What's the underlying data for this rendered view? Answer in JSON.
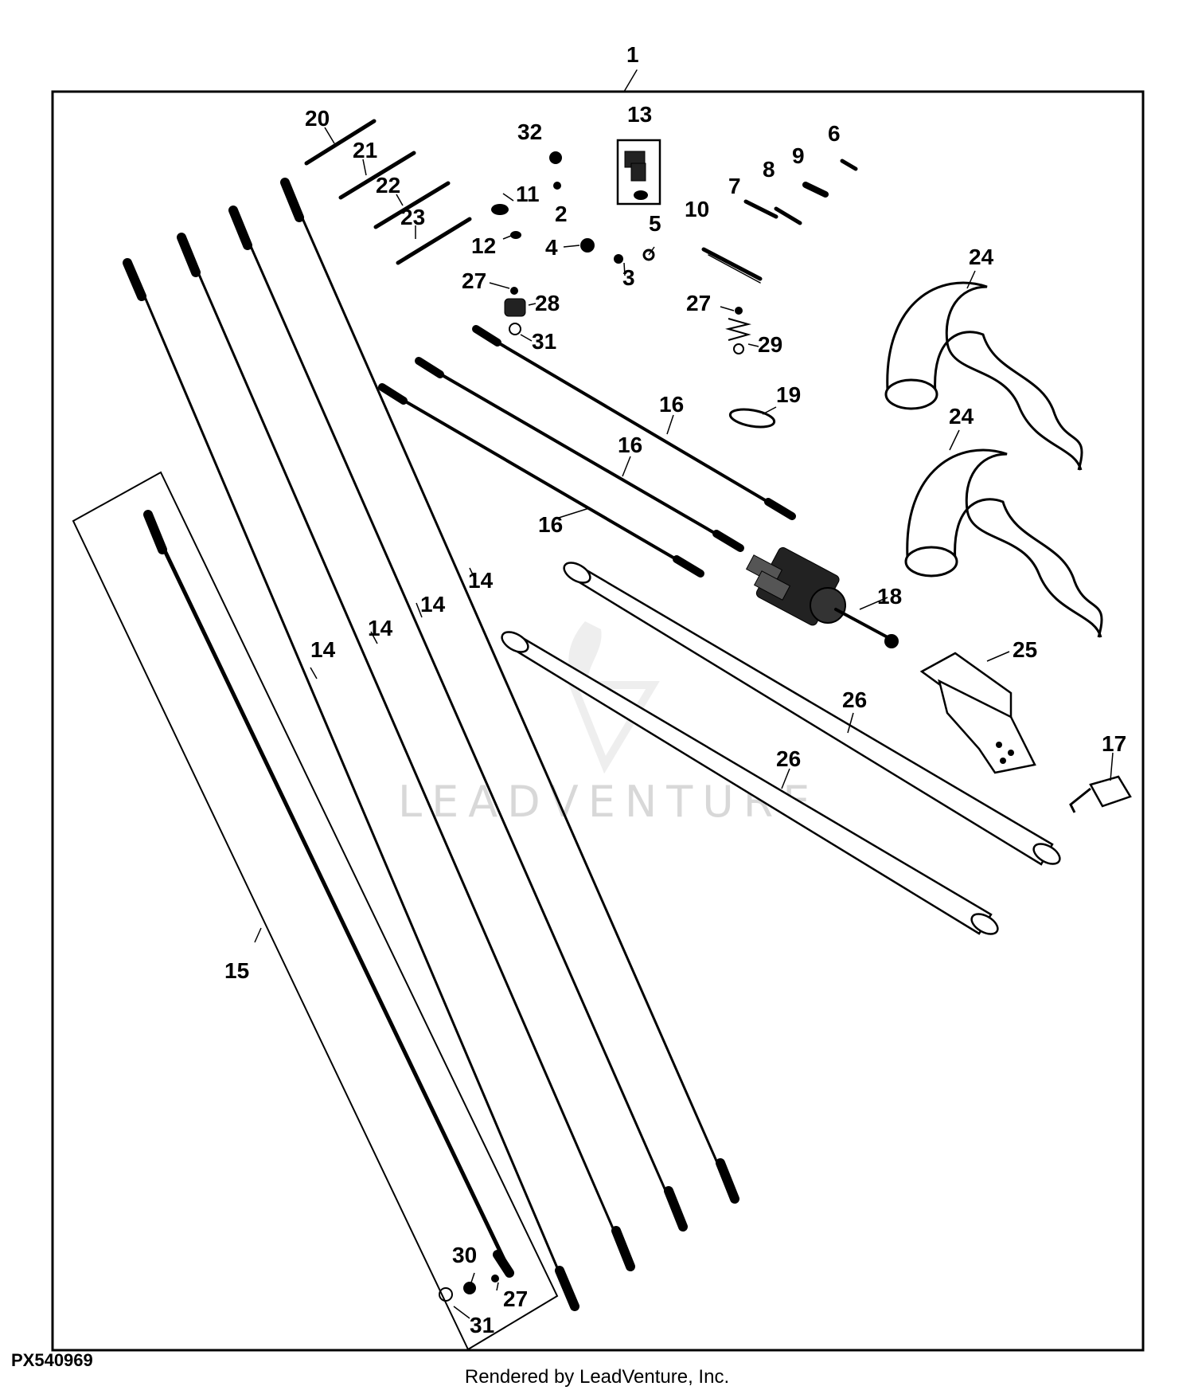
{
  "figure_id": "PX540969",
  "footer": "Rendered by LeadVenture, Inc.",
  "watermark": "LEADVENTURE",
  "colors": {
    "line": "#000000",
    "watermark": "#d8d8d8",
    "background": "#ffffff"
  },
  "callouts": {
    "c1": "1",
    "c2": "2",
    "c3": "3",
    "c4": "4",
    "c5": "5",
    "c6": "6",
    "c7": "7",
    "c8": "8",
    "c9": "9",
    "c10": "10",
    "c11": "11",
    "c12": "12",
    "c13": "13",
    "c14a": "14",
    "c14b": "14",
    "c14c": "14",
    "c14d": "14",
    "c15": "15",
    "c16a": "16",
    "c16b": "16",
    "c16c": "16",
    "c17": "17",
    "c18": "18",
    "c19": "19",
    "c20": "20",
    "c21": "21",
    "c22": "22",
    "c23": "23",
    "c24a": "24",
    "c24b": "24",
    "c25": "25",
    "c26a": "26",
    "c26b": "26",
    "c27a": "27",
    "c27b": "27",
    "c27c": "27",
    "c28": "28",
    "c29": "29",
    "c30": "30",
    "c31a": "31",
    "c31b": "31",
    "c32": "32"
  }
}
